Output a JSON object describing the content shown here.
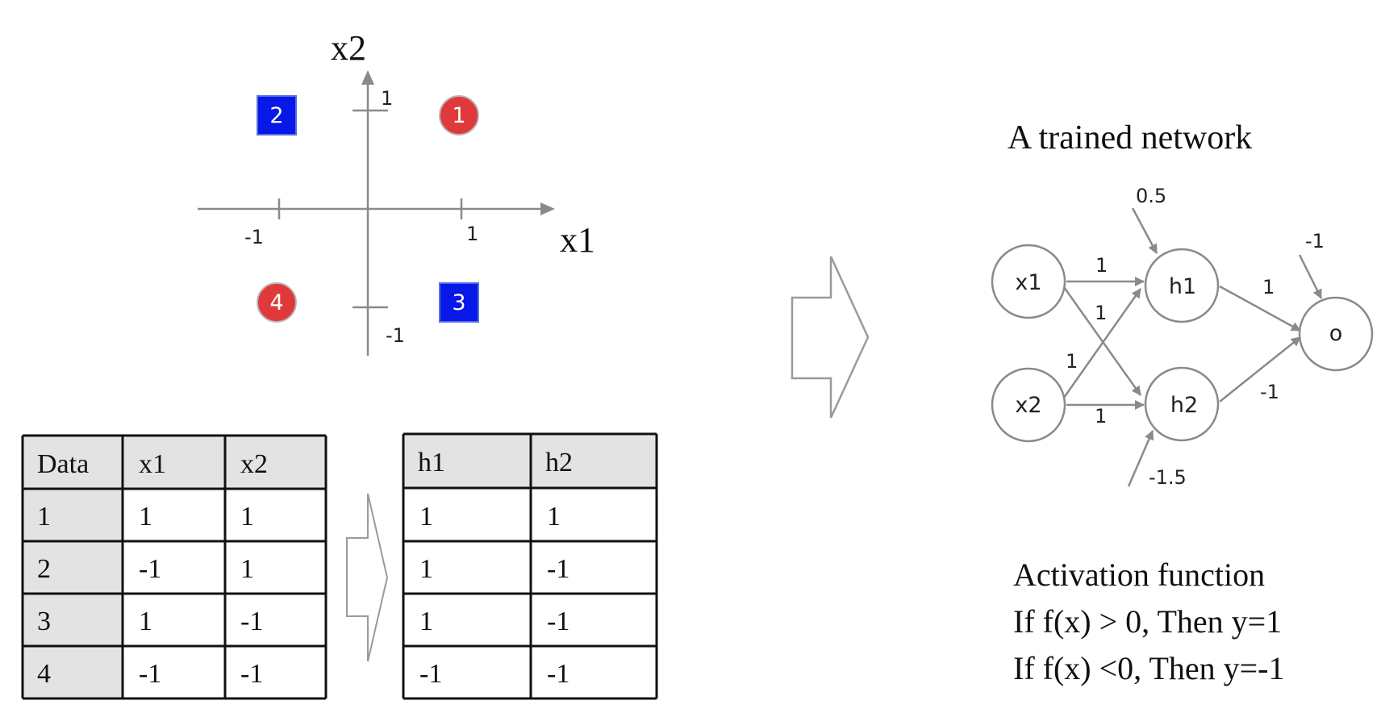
{
  "scatter": {
    "x_axis_label": "x1",
    "y_axis_label": "x2",
    "tick_pos": "1",
    "tick_neg": "-1",
    "points": [
      {
        "id": "1",
        "x": 1,
        "y": 1,
        "shape": "circle",
        "color": "#e0393b"
      },
      {
        "id": "2",
        "x": -1,
        "y": 1,
        "shape": "square",
        "color": "#0818e8"
      },
      {
        "id": "3",
        "x": 1,
        "y": -1,
        "shape": "square",
        "color": "#0818e8"
      },
      {
        "id": "4",
        "x": -1,
        "y": -1,
        "shape": "circle",
        "color": "#e0393b"
      }
    ]
  },
  "input_table": {
    "headers": [
      "Data",
      "x1",
      "x2"
    ],
    "rows": [
      [
        "1",
        "1",
        "1"
      ],
      [
        "2",
        "-1",
        "1"
      ],
      [
        "3",
        "1",
        "-1"
      ],
      [
        "4",
        "-1",
        "-1"
      ]
    ],
    "header_fill": "#e3e3e3"
  },
  "hidden_table": {
    "headers": [
      "h1",
      "h2"
    ],
    "rows": [
      [
        "1",
        "1"
      ],
      [
        "1",
        "-1"
      ],
      [
        "1",
        "-1"
      ],
      [
        "-1",
        "-1"
      ]
    ]
  },
  "network": {
    "title": "A trained network",
    "nodes": {
      "x1": "x1",
      "x2": "x2",
      "h1": "h1",
      "h2": "h2",
      "o": "o"
    },
    "weights": {
      "x1_h1": "1",
      "x2_h1": "1",
      "x1_h2": "1",
      "x2_h2": "1",
      "h1_o": "1",
      "h2_o": "-1"
    },
    "biases": {
      "h1": "0.5",
      "h2": "-1.5",
      "o": "-1"
    }
  },
  "activation": {
    "title": "Activation function",
    "rule_pos": "If f(x) > 0, Then y=1",
    "rule_neg": "If f(x) <0, Then y=-1"
  }
}
